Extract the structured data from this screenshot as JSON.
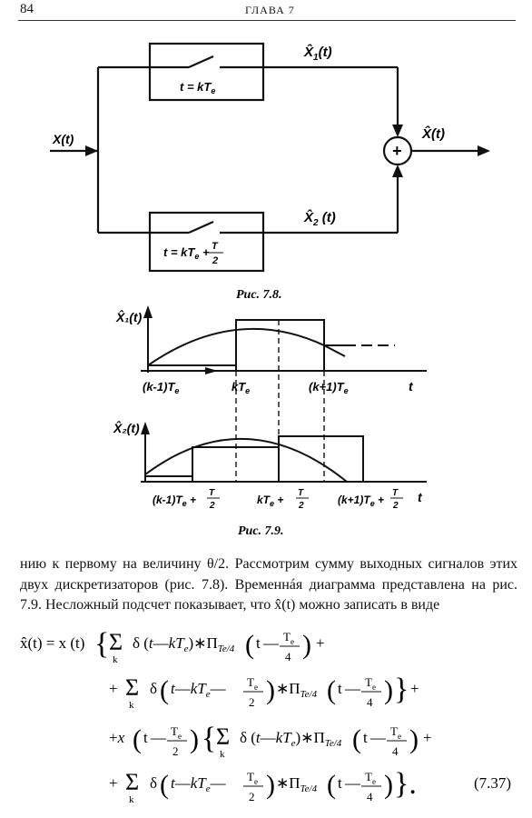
{
  "header": {
    "page_number": "84",
    "running_head": "ГЛАВА 7"
  },
  "fig78": {
    "input_label": "X(t)",
    "sampler1_label": "t = kT",
    "sampler1_sub": "e",
    "sampler2_label": "t = kT",
    "sampler2_sub": "e",
    "sampler2_frac_num": "T",
    "sampler2_frac_den": "2",
    "out1_label": "X̂",
    "out1_sub": "1",
    "out2_label": "X̂",
    "out2_sub": "2",
    "sum_symbol": "+",
    "output_label": "X̂(t)",
    "caption": "Рис. 7.8."
  },
  "fig79": {
    "top_ylabel": "X̂₁(t)",
    "bottom_ylabel": "X̂₂(t)",
    "top_ticks": [
      "(k-1)T",
      "kT",
      "(k+1)T"
    ],
    "tick_sub": "e",
    "axis_t": "t",
    "bottom_tick1": "(k-1)T",
    "bottom_tick2": "kT",
    "bottom_tick3": "(k+1)T",
    "half_T": "T",
    "half_2": "2",
    "caption": "Рис. 7.9."
  },
  "body": {
    "paragraph": "нию к первому на величину θ/2. Рассмотрим сумму выходных сигналов этих двух дискретизаторов (рис. 7.8). Временнáя диаграмма представлена на рис. 7.9. Несложный подсчет показывает, что x̂(t) можно записать в виде"
  },
  "equation": {
    "number": "(7.37)"
  }
}
